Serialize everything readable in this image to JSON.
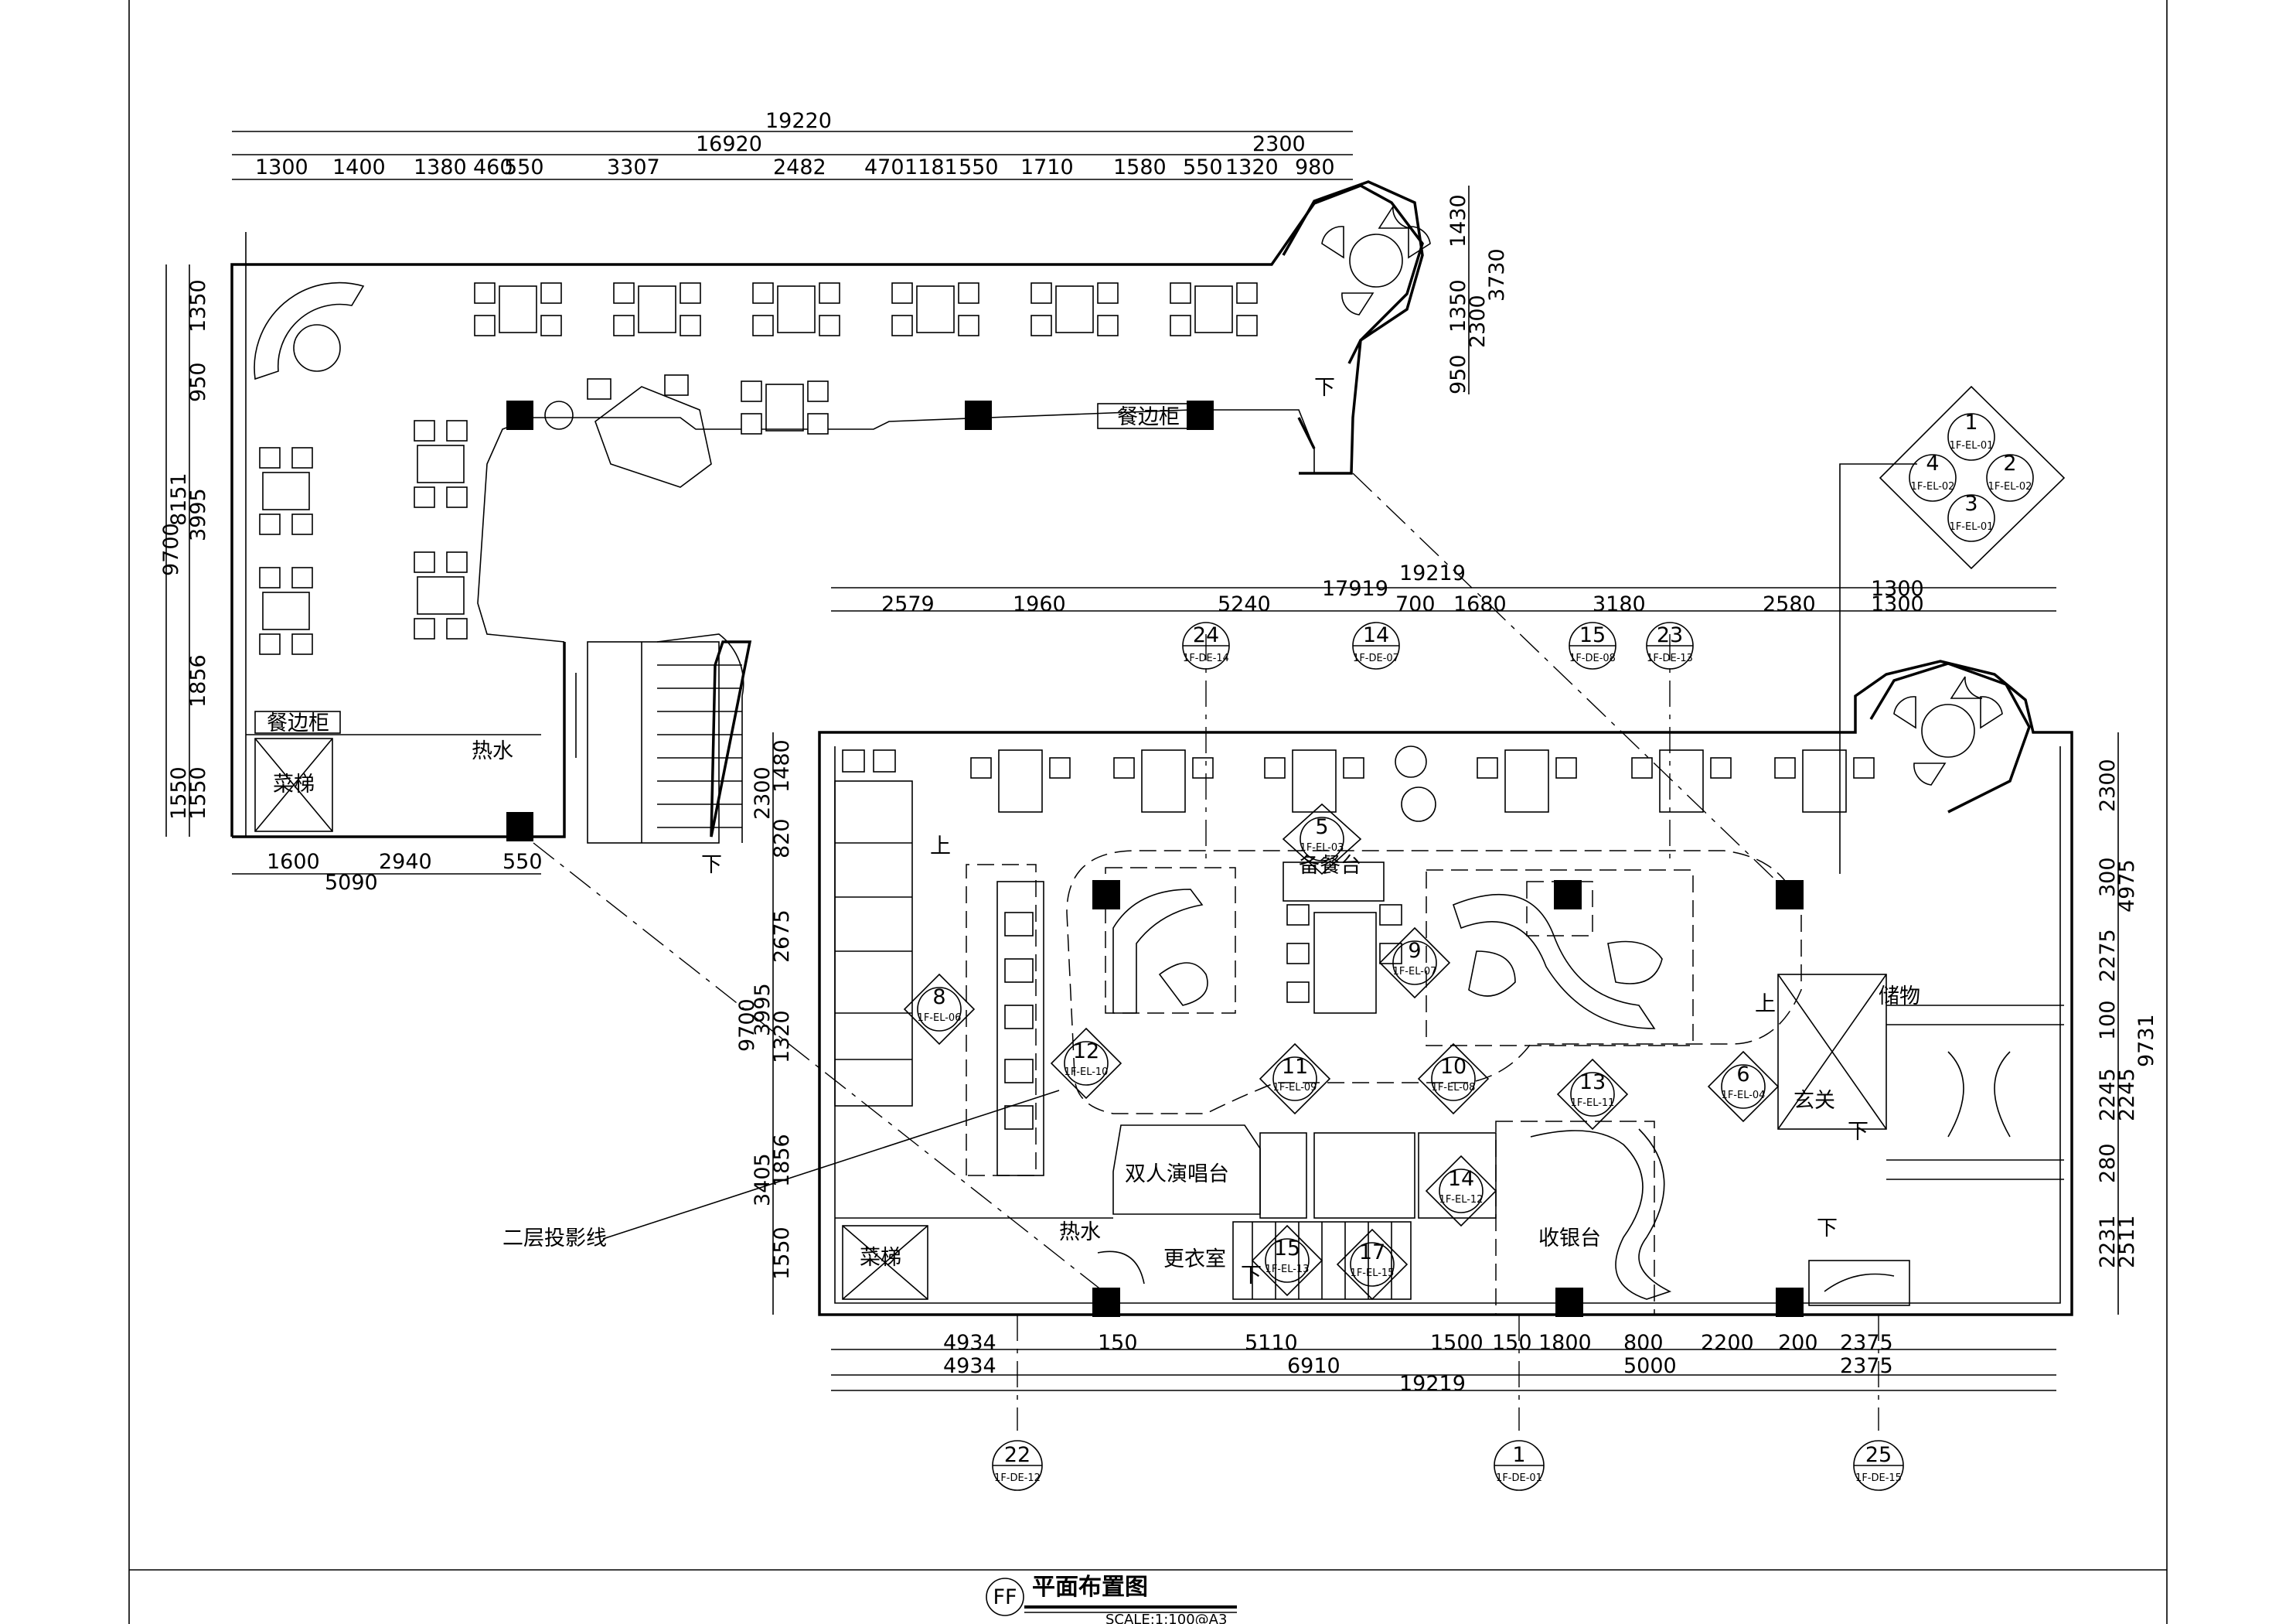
{
  "title": {
    "badge": "FF",
    "main": "平面布置图",
    "scale": "SCALE:1:100@A3"
  },
  "labels": {
    "sideboard_top": "餐边柜",
    "sideboard_left": "餐边柜",
    "hot_water_upper": "热水",
    "dumbwaiter_upper": "菜梯",
    "dumbwaiter_lower": "菜梯",
    "hot_water_lower": "热水",
    "stage": "双人演唱台",
    "changing_room": "更衣室",
    "cashier": "收银台",
    "entrance": "玄关",
    "storage": "储物",
    "pantry": "备餐台",
    "projection_line": "二层投影线",
    "up_marks": [
      "上",
      "上"
    ],
    "down_marks": [
      "下",
      "下",
      "下",
      "下",
      "下"
    ]
  },
  "dims_upper": {
    "overall": "19220",
    "row2": "16920",
    "right_seg": "2300",
    "row3": [
      "1300",
      "1400",
      "1380",
      "460",
      "550",
      "3307",
      "2482",
      "470",
      "1181",
      "550",
      "1710",
      "1580",
      "550",
      "1320",
      "980"
    ],
    "left_col_total": "9700",
    "left_col_mid": "8151",
    "left_col": [
      "1350",
      "950",
      "3995",
      "1856",
      "1550",
      "1550"
    ],
    "right_col": [
      "1430",
      "1350",
      "950",
      "2300",
      "3730"
    ],
    "bottom": [
      "1600",
      "2940",
      "550"
    ],
    "bottom_total": "5090"
  },
  "dims_lower": {
    "overall": "19219",
    "row2": "17919",
    "right_seg": "1300",
    "row3": [
      "2579",
      "1960",
      "5240",
      "700",
      "1680",
      "3180",
      "2580",
      "1300"
    ],
    "left_col": [
      "1480",
      "2300",
      "820",
      "2675",
      "3995",
      "1320",
      "1856",
      "3405",
      "1550"
    ],
    "left_total": "9700",
    "right_col": [
      "2300",
      "300",
      "4975",
      "2275",
      "100",
      "2245",
      "2245",
      "280",
      "2231",
      "2511"
    ],
    "right_total": "9731",
    "bottom_row1": [
      "4934",
      "150",
      "5110",
      "1500",
      "150",
      "1800",
      "800",
      "2200",
      "200",
      "2375"
    ],
    "bottom_row2": [
      "4934",
      "6910",
      "5000",
      "2375"
    ],
    "bottom_total": "19219"
  },
  "elevation_tags": {
    "key": [
      {
        "num": "1",
        "ref": "1F-EL-01"
      },
      {
        "num": "2",
        "ref": "1F-EL-02"
      },
      {
        "num": "3",
        "ref": "1F-EL-01"
      },
      {
        "num": "4",
        "ref": "1F-EL-02"
      }
    ],
    "plan": [
      {
        "num": "5",
        "ref": "1F-EL-03"
      },
      {
        "num": "6",
        "ref": "1F-EL-04"
      },
      {
        "num": "8",
        "ref": "1F-EL-06"
      },
      {
        "num": "9",
        "ref": "1F-EL-07"
      },
      {
        "num": "10",
        "ref": "1F-EL-08"
      },
      {
        "num": "11",
        "ref": "1F-EL-09"
      },
      {
        "num": "12",
        "ref": "1F-EL-10"
      },
      {
        "num": "13",
        "ref": "1F-EL-11"
      },
      {
        "num": "14",
        "ref": "1F-EL-12"
      },
      {
        "num": "15",
        "ref": "1F-EL-13"
      },
      {
        "num": "17",
        "ref": "1F-EL-15"
      }
    ]
  },
  "detail_tags": [
    {
      "num": "24",
      "ref": "1F-DE-14"
    },
    {
      "num": "14",
      "ref": "1F-DE-07"
    },
    {
      "num": "15",
      "ref": "1F-DE-08"
    },
    {
      "num": "23",
      "ref": "1F-DE-13"
    },
    {
      "num": "22",
      "ref": "1F-DE-12"
    },
    {
      "num": "1",
      "ref": "1F-DE-01"
    },
    {
      "num": "25",
      "ref": "1F-DE-15"
    }
  ]
}
